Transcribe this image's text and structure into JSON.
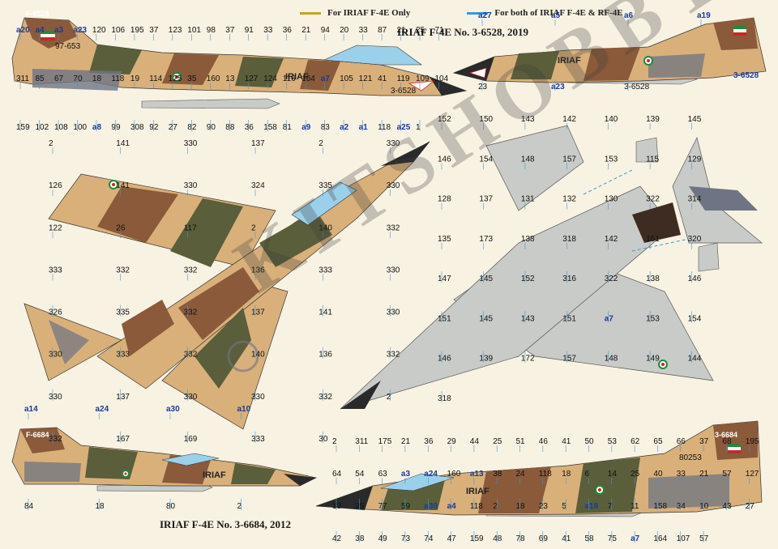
{
  "legend": [
    {
      "label": "For IRIAF F-4E Only",
      "color": "#c9a227"
    },
    {
      "label": "For both of IRIAF F-4E & RF-4E",
      "color": "#3a9ad9"
    }
  ],
  "titles": {
    "top": "IRIAF F-4E No. 3-6528, 2019",
    "bottom": "IRIAF F-4E No. 3-6684, 2012"
  },
  "watermark": "KITSHOBBY",
  "aircraft_text": {
    "iriaf": "IRIAF",
    "serial_top_tail": "3-6528",
    "serial_bottom_tail": "3-6684",
    "code_top": "97-653",
    "code_bottom": "80253",
    "tail_small_top": "F-6528",
    "tail_small_bottom": "F-6684"
  },
  "colors": {
    "tan": "#d9b07a",
    "brown": "#8a5a3a",
    "green": "#5a5e3a",
    "grey_light": "#c9cbc8",
    "grey_dark": "#6e7483",
    "nose": "#2a2a2a",
    "canopy": "#9bd0ea",
    "leader_blue": "#3a9ad9",
    "leader_gold": "#c9a227"
  },
  "callouts": {
    "top_profile": [
      "a20",
      "a4",
      "a3",
      "a23",
      "120",
      "106",
      "195",
      "37",
      "123",
      "101",
      "98",
      "37",
      "91",
      "33",
      "36",
      "21",
      "94",
      "20",
      "33",
      "87",
      "21",
      "25",
      "71",
      "311",
      "85",
      "67",
      "70",
      "18",
      "118",
      "19",
      "114",
      "125",
      "35",
      "160",
      "13",
      "127",
      "124",
      "116",
      "164",
      "a7",
      "105",
      "121",
      "41",
      "119",
      "109",
      "104",
      "159",
      "102",
      "108",
      "100",
      "a8",
      "99",
      "308",
      "92",
      "27",
      "82",
      "90",
      "88",
      "36",
      "158",
      "81",
      "a9",
      "83",
      "a2",
      "a1",
      "118",
      "a25",
      "1"
    ],
    "top_right_profile": [
      "a27",
      "a5",
      "a6",
      "a19",
      "23",
      "a23",
      "3-6528"
    ],
    "top_view": [
      "2",
      "141",
      "330",
      "137",
      "2",
      "330",
      "126",
      "141",
      "330",
      "324",
      "335",
      "330",
      "122",
      "26",
      "117",
      "2",
      "140",
      "332",
      "333",
      "332",
      "332",
      "136",
      "333",
      "330",
      "326",
      "335",
      "332",
      "137",
      "141",
      "330",
      "330",
      "333",
      "332",
      "140",
      "136",
      "332",
      "330",
      "137",
      "330",
      "330",
      "332",
      "2",
      "332",
      "167",
      "169",
      "333",
      "30"
    ],
    "underside": [
      "152",
      "150",
      "143",
      "142",
      "140",
      "139",
      "145",
      "146",
      "154",
      "148",
      "157",
      "153",
      "115",
      "129",
      "128",
      "137",
      "131",
      "132",
      "130",
      "322",
      "314",
      "135",
      "173",
      "138",
      "318",
      "142",
      "161",
      "320",
      "147",
      "145",
      "152",
      "316",
      "322",
      "138",
      "146",
      "151",
      "145",
      "143",
      "151",
      "a7",
      "153",
      "154",
      "146",
      "139",
      "172",
      "157",
      "148",
      "149",
      "144",
      "318"
    ],
    "bottom_left_profile": [
      "a14",
      "a24",
      "a30",
      "a10",
      "84",
      "18",
      "80",
      "2"
    ],
    "bottom_right_profile": [
      "2",
      "311",
      "175",
      "21",
      "36",
      "29",
      "44",
      "25",
      "51",
      "46",
      "41",
      "50",
      "53",
      "62",
      "65",
      "66",
      "37",
      "68",
      "195",
      "64",
      "54",
      "63",
      "a3",
      "a24",
      "160",
      "a13",
      "38",
      "24",
      "118",
      "18",
      "6",
      "14",
      "25",
      "40",
      "33",
      "21",
      "57",
      "127",
      "13",
      "35",
      "77",
      "59",
      "a30",
      "a4",
      "118",
      "2",
      "18",
      "23",
      "5",
      "a18",
      "7",
      "11",
      "158",
      "34",
      "10",
      "43",
      "27",
      "42",
      "38",
      "49",
      "73",
      "74",
      "47",
      "159",
      "48",
      "78",
      "69",
      "41",
      "58",
      "75",
      "a7",
      "164",
      "107",
      "57"
    ]
  }
}
